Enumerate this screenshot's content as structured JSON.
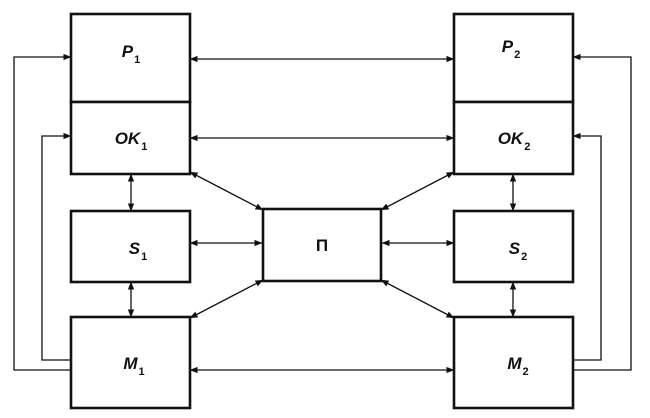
{
  "nodes": {
    "P1": {
      "main": "P",
      "sub": "1"
    },
    "OK1": {
      "main": "OK",
      "sub": "1"
    },
    "S1": {
      "main": "S",
      "sub": "1"
    },
    "M1": {
      "main": "M",
      "sub": "1"
    },
    "P2": {
      "main": "P",
      "sub": "2"
    },
    "OK2": {
      "main": "OK",
      "sub": "2"
    },
    "S2": {
      "main": "S",
      "sub": "2"
    },
    "M2": {
      "main": "M",
      "sub": "2"
    },
    "PI": {
      "main": "П"
    }
  },
  "colors": {
    "stroke": "#111111",
    "background": "#ffffff"
  }
}
